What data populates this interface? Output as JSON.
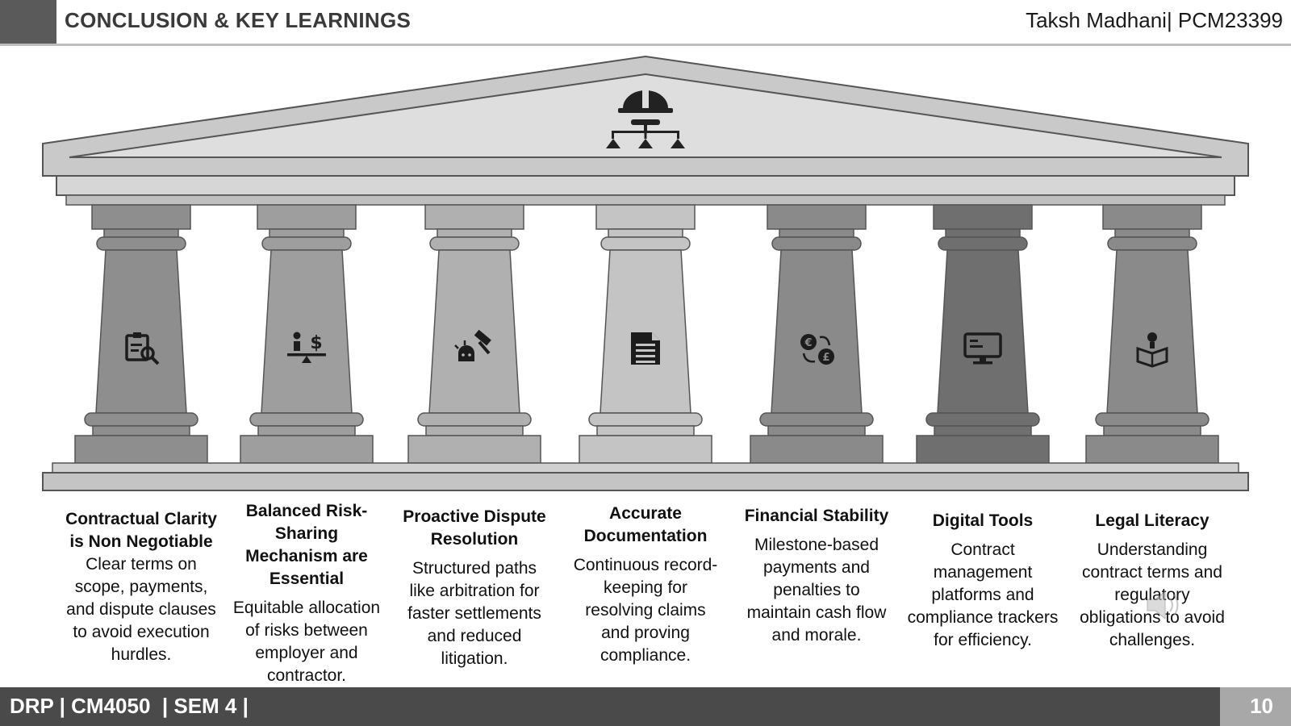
{
  "header": {
    "title": "CONCLUSION & KEY LEARNINGS",
    "author": "Taksh Madhani| PCM23399"
  },
  "footer": {
    "course": "DRP | CM4050  | SEM 4 |",
    "page": "10"
  },
  "pillars": [
    {
      "title": "Contractual Clarity is Non Negotiable",
      "desc": "Clear terms on scope, payments, and dispute clauses to avoid execution hurdles.",
      "icon": "clipboard-search-icon",
      "color": "#8e8e8e"
    },
    {
      "title": "Balanced Risk-Sharing Mechanism are Essential",
      "desc": "Equitable allocation of risks between employer and contractor.",
      "icon": "balance-scale-dollar-icon",
      "color": "#9e9e9e"
    },
    {
      "title": "Proactive Dispute Resolution",
      "desc": "Structured paths like arbitration for faster settlements and reduced litigation.",
      "icon": "gavel-icon",
      "color": "#b0b0b0"
    },
    {
      "title": "Accurate Documentation",
      "desc": "Continuous record-keeping for resolving claims and proving compliance.",
      "icon": "document-icon",
      "color": "#c4c4c4"
    },
    {
      "title": "Financial Stability",
      "desc": "Milestone-based payments and penalties to maintain cash flow and morale.",
      "icon": "currency-exchange-icon",
      "color": "#8a8a8a"
    },
    {
      "title": "Digital Tools",
      "desc": "Contract management platforms and compliance trackers for efficiency.",
      "icon": "monitor-icon",
      "color": "#6f6f6f"
    },
    {
      "title": "Legal Literacy",
      "desc": "Understanding contract terms and regulatory obligations to avoid challenges.",
      "icon": "reader-book-icon",
      "color": "#8a8a8a"
    }
  ],
  "pediment_icon": "hardhat-hierarchy-icon",
  "colors": {
    "footer_dark": "#4a4a4a",
    "footer_page": "#a8a8a8",
    "header_block": "#5a5a5a",
    "stone": "#c8c8c8",
    "stone_stroke": "#555555"
  }
}
